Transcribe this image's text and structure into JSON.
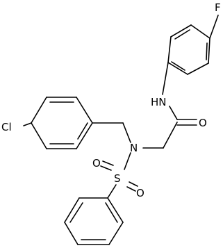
{
  "molecule": {
    "atoms": {
      "fluorine": "F",
      "amide_nh": "HN",
      "carbonyl_oxygen": "O",
      "chlorine": "Cl",
      "nitrogen": "N",
      "sulfur": "S",
      "sulfonyl_oxygen_upper": "O",
      "sulfonyl_oxygen_lower": "O"
    }
  }
}
